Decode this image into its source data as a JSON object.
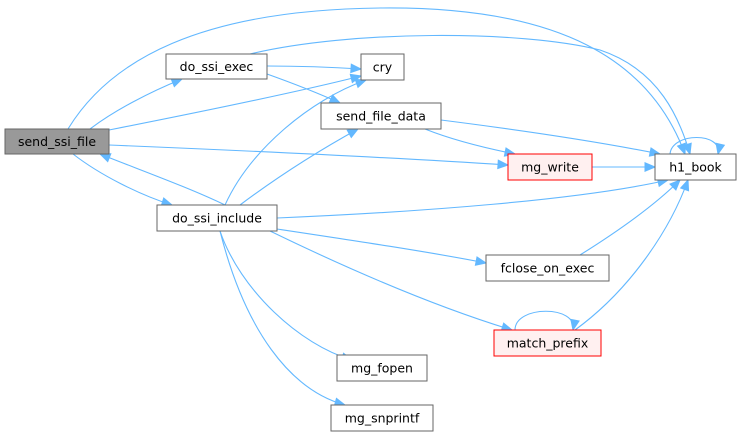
{
  "colors": {
    "edge": "#63b8ff",
    "node_border": "#666666",
    "node_fill": "#ffffff",
    "root_fill": "#999999",
    "root_border": "#666666",
    "ref_border": "#ff0000",
    "ref_fill": "#fff0f0"
  },
  "nodes": [
    {
      "id": "send_ssi_file",
      "label": "send_ssi_file",
      "style": "root"
    },
    {
      "id": "do_ssi_exec",
      "label": "do_ssi_exec",
      "style": "normal"
    },
    {
      "id": "cry",
      "label": "cry",
      "style": "normal"
    },
    {
      "id": "send_file_data",
      "label": "send_file_data",
      "style": "normal"
    },
    {
      "id": "mg_write",
      "label": "mg_write",
      "style": "ref"
    },
    {
      "id": "h1_book",
      "label": "h1_book",
      "style": "normal"
    },
    {
      "id": "do_ssi_include",
      "label": "do_ssi_include",
      "style": "normal"
    },
    {
      "id": "fclose_on_exec",
      "label": "fclose_on_exec",
      "style": "normal"
    },
    {
      "id": "match_prefix",
      "label": "match_prefix",
      "style": "ref"
    },
    {
      "id": "mg_fopen",
      "label": "mg_fopen",
      "style": "normal"
    },
    {
      "id": "mg_snprintf",
      "label": "mg_snprintf",
      "style": "normal"
    }
  ],
  "edges": [
    {
      "from": "send_ssi_file",
      "to": "do_ssi_exec"
    },
    {
      "from": "send_ssi_file",
      "to": "cry"
    },
    {
      "from": "send_ssi_file",
      "to": "mg_write"
    },
    {
      "from": "send_ssi_file",
      "to": "h1_book"
    },
    {
      "from": "send_ssi_file",
      "to": "do_ssi_include"
    },
    {
      "from": "do_ssi_exec",
      "to": "cry"
    },
    {
      "from": "do_ssi_exec",
      "to": "send_file_data"
    },
    {
      "from": "do_ssi_exec",
      "to": "h1_book"
    },
    {
      "from": "send_file_data",
      "to": "mg_write"
    },
    {
      "from": "send_file_data",
      "to": "h1_book"
    },
    {
      "from": "mg_write",
      "to": "h1_book"
    },
    {
      "from": "h1_book",
      "to": "h1_book"
    },
    {
      "from": "do_ssi_include",
      "to": "send_ssi_file"
    },
    {
      "from": "do_ssi_include",
      "to": "cry"
    },
    {
      "from": "do_ssi_include",
      "to": "send_file_data"
    },
    {
      "from": "do_ssi_include",
      "to": "h1_book"
    },
    {
      "from": "do_ssi_include",
      "to": "fclose_on_exec"
    },
    {
      "from": "do_ssi_include",
      "to": "match_prefix"
    },
    {
      "from": "do_ssi_include",
      "to": "mg_fopen"
    },
    {
      "from": "do_ssi_include",
      "to": "mg_snprintf"
    },
    {
      "from": "fclose_on_exec",
      "to": "h1_book"
    },
    {
      "from": "match_prefix",
      "to": "h1_book"
    },
    {
      "from": "match_prefix",
      "to": "match_prefix"
    }
  ]
}
